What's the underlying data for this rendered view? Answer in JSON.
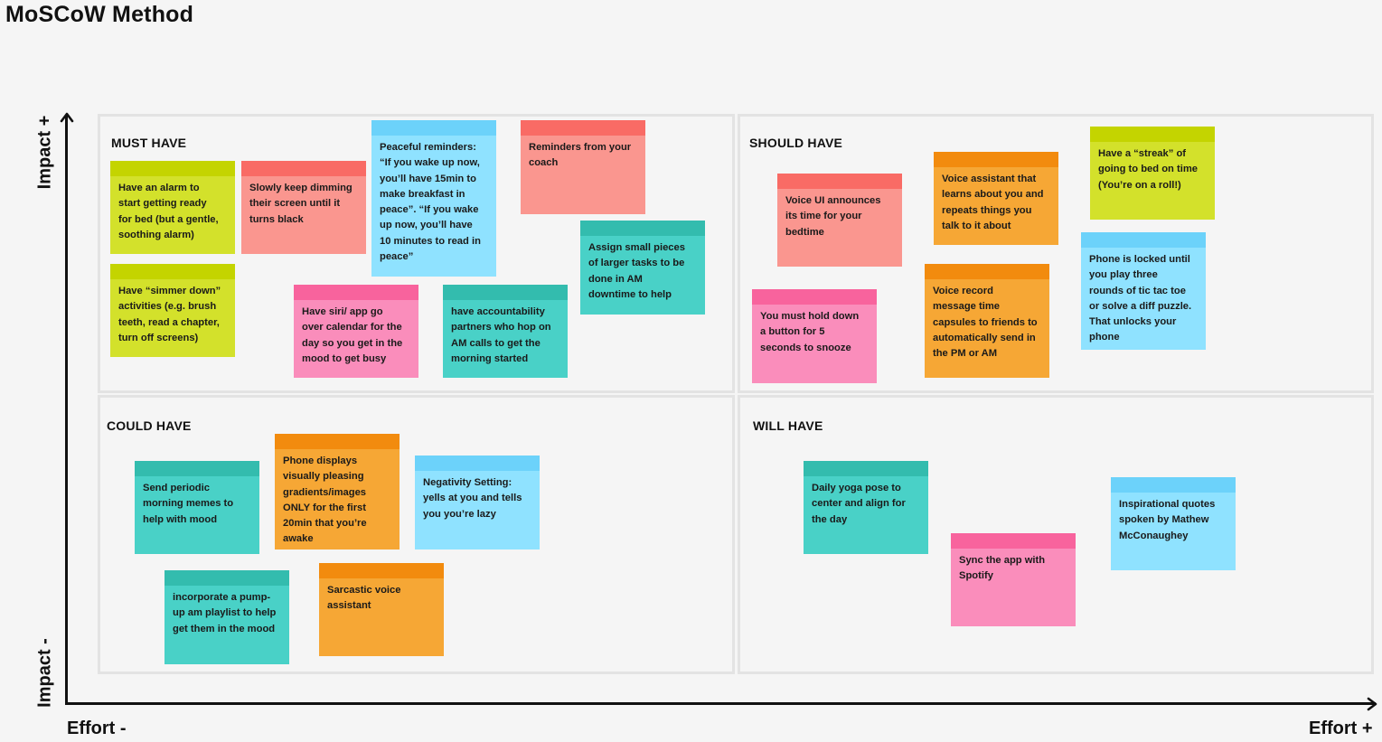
{
  "title": "MoSCoW Method",
  "axes": {
    "impact_plus": "Impact +",
    "impact_minus": "Impact -",
    "effort_minus": "Effort -",
    "effort_plus": "Effort +"
  },
  "quadrants": {
    "must": "MUST HAVE",
    "should": "SHOULD HAVE",
    "could": "COULD HAVE",
    "will": "WILL HAVE"
  },
  "notes": {
    "must_1": "Have an alarm to\nstart getting ready\nfor bed (but a gentle,\nsoothing alarm)",
    "must_2": "Have “simmer down”\nactivities (e.g. brush\nteeth, read a chapter,\nturn off screens)",
    "must_3": "Slowly keep dimming\ntheir screen until it\nturns black",
    "must_4": "Peaceful reminders:\n“If you wake up now,\nyou’ll have 15min to\nmake breakfast in\npeace”. “If you wake\nup now, you’ll have\n10 minutes to read in\npeace”",
    "must_5": "Reminders from your\ncoach",
    "must_6": "Have siri/ app go\nover calendar for the\nday so you get in the\nmood to get busy",
    "must_7": "have accountability\npartners who hop on\nAM calls to get the\nmorning started",
    "must_8": "Assign small pieces\nof larger tasks to be\ndone in AM\ndowntime to help",
    "should_1": "Voice UI announces\nits time for your\nbedtime",
    "should_2": "You must hold down\na button for 5\nseconds to snooze",
    "should_3": "Voice assistant that\nlearns about you and\nrepeats things you\ntalk to it about",
    "should_4": "Voice record\nmessage time\ncapsules to friends to\nautomatically send in\nthe PM or AM",
    "should_5": "Have a “streak” of\ngoing to bed on time\n(You’re on a roll!)",
    "should_6": "Phone is locked until\nyou play three\nrounds of tic tac toe\nor solve a diff puzzle.\nThat unlocks your\nphone",
    "could_1": "Send periodic\nmorning memes to\nhelp with mood",
    "could_2": "Phone displays\nvisually pleasing\ngradients/images\nONLY for the first\n20min that you’re\nawake",
    "could_3": "Negativity Setting:\nyells at you and tells\nyou you’re lazy",
    "could_4": "incorporate a pump-\nup am playlist to help\nget them in the mood",
    "could_5": "Sarcastic voice\nassistant",
    "will_1": "Daily yoga pose to\ncenter and align for\nthe day",
    "will_2": "Sync the app with\nSpotify",
    "will_3": "Inspirational quotes\nspoken by Mathew\nMcConaughey"
  }
}
